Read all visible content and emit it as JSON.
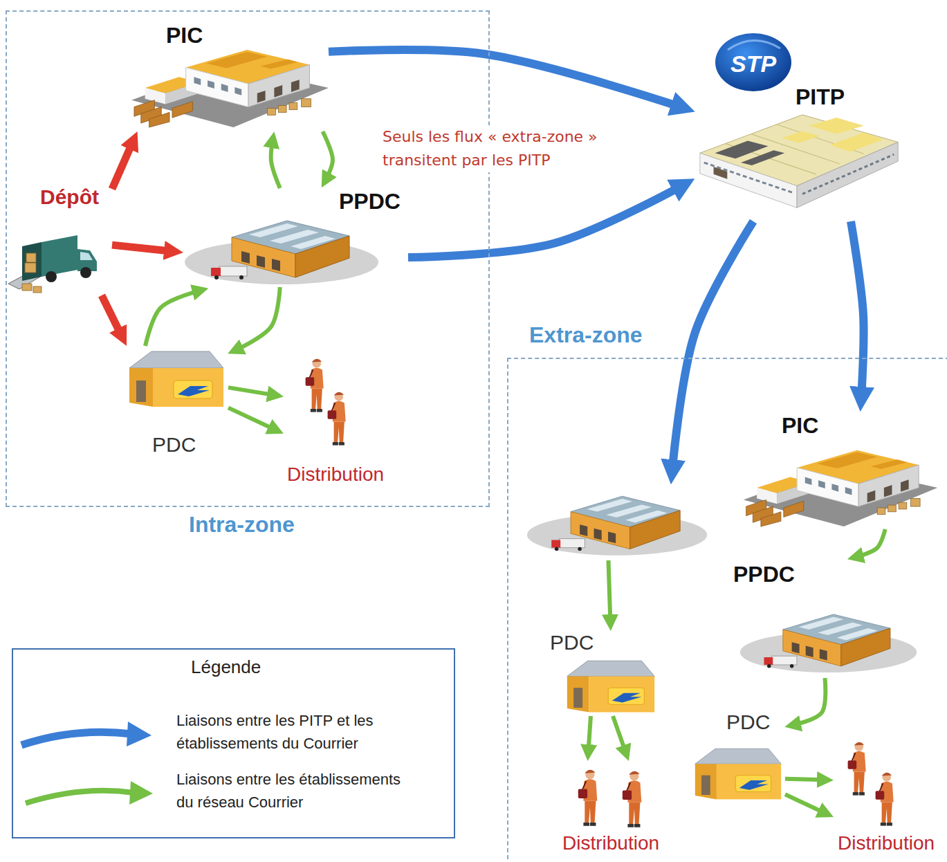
{
  "diagram": {
    "nodes": [
      {
        "text": [
          "Intra-zone"
        ]
      },
      {
        "text": [
          "PIC"
        ],
        "in": 0
      },
      {
        "text": [
          "PPDC"
        ],
        "in": 0
      },
      {
        "text": [
          "PDC"
        ],
        "in": 0
      },
      {
        "text": [
          "Distribution"
        ],
        "in": 0
      },
      {
        "text": [
          "Dépôt"
        ],
        "in": 0
      },
      {
        "text": [
          "STP",
          "PITP"
        ]
      },
      {
        "text": [
          "Extra-zone"
        ]
      },
      {
        "text": [],
        "in": 7
      },
      {
        "text": [
          "PDC"
        ],
        "in": 7
      },
      {
        "text": [
          "Distribution"
        ],
        "in": 7
      },
      {
        "text": [
          "PIC"
        ],
        "in": 7
      },
      {
        "text": [
          "PPDC"
        ],
        "in": 7
      },
      {
        "text": [
          "PDC"
        ],
        "in": 7
      },
      {
        "text": [
          "Distribution"
        ],
        "in": 7
      }
    ],
    "edges": [
      {
        "from": 5,
        "to": 1,
        "arrow": "to"
      },
      {
        "from": 5,
        "to": 2,
        "arrow": "to"
      },
      {
        "from": 5,
        "to": 3,
        "arrow": "to"
      },
      {
        "from": 2,
        "to": 1,
        "arrow": "to"
      },
      {
        "from": 1,
        "to": 2,
        "arrow": "to"
      },
      {
        "from": 3,
        "to": 2,
        "arrow": "to"
      },
      {
        "from": 2,
        "to": 3,
        "arrow": "to"
      },
      {
        "from": 3,
        "to": 4,
        "arrow": "to"
      },
      {
        "from": 3,
        "to": 4,
        "arrow": "to"
      },
      {
        "from": 1,
        "to": 6,
        "arrow": "to"
      },
      {
        "from": 2,
        "to": 6,
        "arrow": "to"
      },
      {
        "from": 6,
        "to": 8,
        "arrow": "to"
      },
      {
        "from": 6,
        "to": 11,
        "arrow": "to"
      },
      {
        "from": 8,
        "to": 9,
        "arrow": "to"
      },
      {
        "from": 9,
        "to": 10,
        "arrow": "to"
      },
      {
        "from": 9,
        "to": 10,
        "arrow": "to"
      },
      {
        "from": 11,
        "to": 12,
        "arrow": "to"
      },
      {
        "from": 12,
        "to": 13,
        "arrow": "to"
      },
      {
        "from": 13,
        "to": 14,
        "arrow": "to"
      },
      {
        "from": 13,
        "to": 14,
        "arrow": "to"
      }
    ],
    "labels": [
      "Seuls les flux « extra-zone » transitent par les PITP",
      "Légende"
    ],
    "legend": [
      {
        "text": "Liaisons entre les PITP et les établissements du Courrier"
      },
      {
        "text": "Liaisons entre les établissements du réseau Courrier"
      }
    ]
  }
}
